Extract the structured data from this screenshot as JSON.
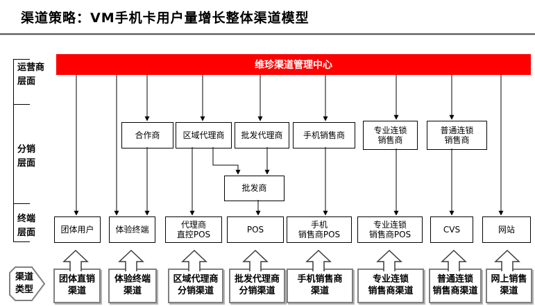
{
  "slide": {
    "title": "渠道策略：VM手机卡用户量增长整体渠道模型"
  },
  "banner": {
    "label": "维珍渠道管理中心",
    "bg_color": "#ff0000",
    "text_color": "#ffffff"
  },
  "layer_labels": {
    "operator": "运营商\n层面",
    "distribution": "分销\n层面",
    "terminal": "终端\n层面",
    "channel_type": "渠道\n类型"
  },
  "distribution_boxes": [
    "合作商",
    "区域代理商",
    "批发代理商",
    "手机销售商",
    "专业连锁\n销售商",
    "普通连锁\n销售商",
    "批发商"
  ],
  "terminal_boxes": [
    "团体用户",
    "体验终端",
    "代理商\n直控POS",
    "POS",
    "手机\n销售商POS",
    "专业连锁\n销售商POS",
    "CVS",
    "网站"
  ],
  "channel_boxes": [
    "团体直销\n渠道",
    "体验终端\n渠道",
    "区域代理商\n分销渠道",
    "批发代理商\n分销渠道",
    "手机销售商\n渠道",
    "专业连锁\n销售商渠道",
    "普通连锁\n销售商渠道",
    "网上销售\n渠道"
  ],
  "colors": {
    "connector_line": "#000000",
    "channel_box_border": "#808080"
  }
}
